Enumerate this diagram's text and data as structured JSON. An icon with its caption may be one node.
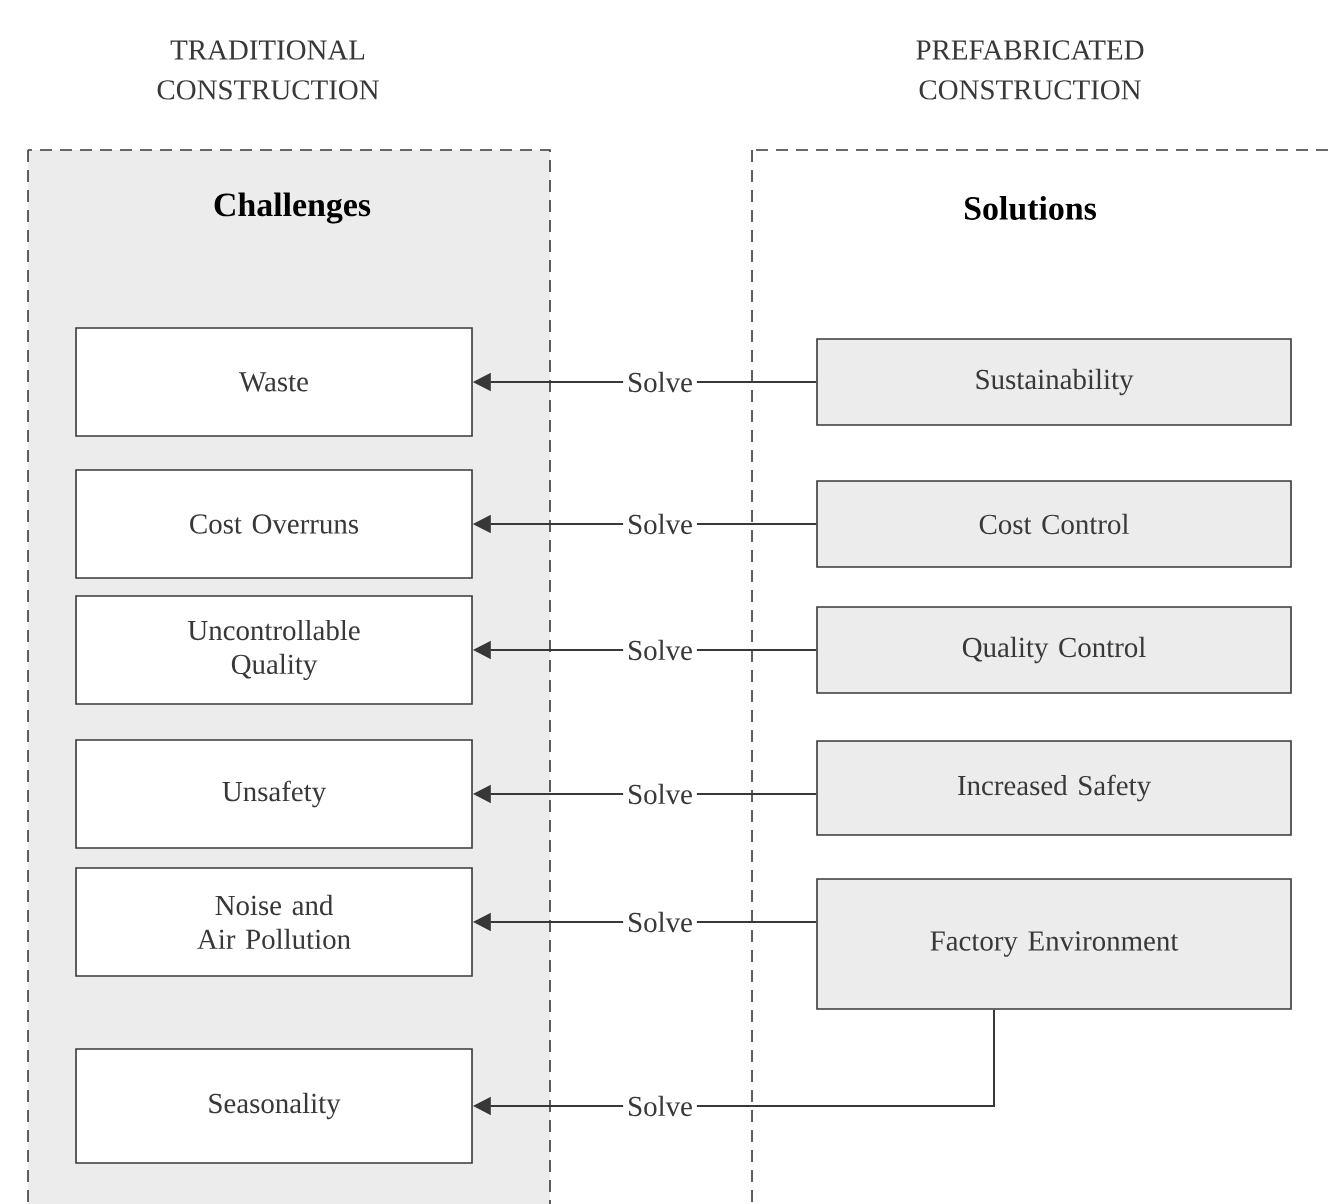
{
  "diagram": {
    "nodes": [
      {
        "text": [
          "TRADITIONAL CONSTRUCTION",
          "Challenges"
        ]
      },
      {
        "text": [
          "Waste"
        ],
        "in": 0
      },
      {
        "text": [
          "Cost Overruns"
        ],
        "in": 0
      },
      {
        "text": [
          "Uncontrollable Quality"
        ],
        "in": 0
      },
      {
        "text": [
          "Unsafety"
        ],
        "in": 0
      },
      {
        "text": [
          "Noise and Air Pollution"
        ],
        "in": 0
      },
      {
        "text": [
          "Seasonality"
        ],
        "in": 0
      },
      {
        "text": [
          "PREFABRICATED CONSTRUCTION",
          "Solutions"
        ]
      },
      {
        "text": [
          "Sustainability"
        ],
        "in": 7
      },
      {
        "text": [
          "Cost Control"
        ],
        "in": 7
      },
      {
        "text": [
          "Quality Control"
        ],
        "in": 7
      },
      {
        "text": [
          "Increased Safety"
        ],
        "in": 7
      },
      {
        "text": [
          "Factory Environment"
        ],
        "in": 7
      }
    ],
    "edges": [
      {
        "from": 8,
        "to": 1,
        "arrow": "to",
        "label": "Solve"
      },
      {
        "from": 9,
        "to": 2,
        "arrow": "to",
        "label": "Solve"
      },
      {
        "from": 10,
        "to": 3,
        "arrow": "to",
        "label": "Solve"
      },
      {
        "from": 11,
        "to": 4,
        "arrow": "to",
        "label": "Solve"
      },
      {
        "from": 12,
        "to": 5,
        "arrow": "to",
        "label": "Solve"
      },
      {
        "from": 12,
        "to": 6,
        "arrow": "to",
        "label": "Solve"
      }
    ]
  }
}
